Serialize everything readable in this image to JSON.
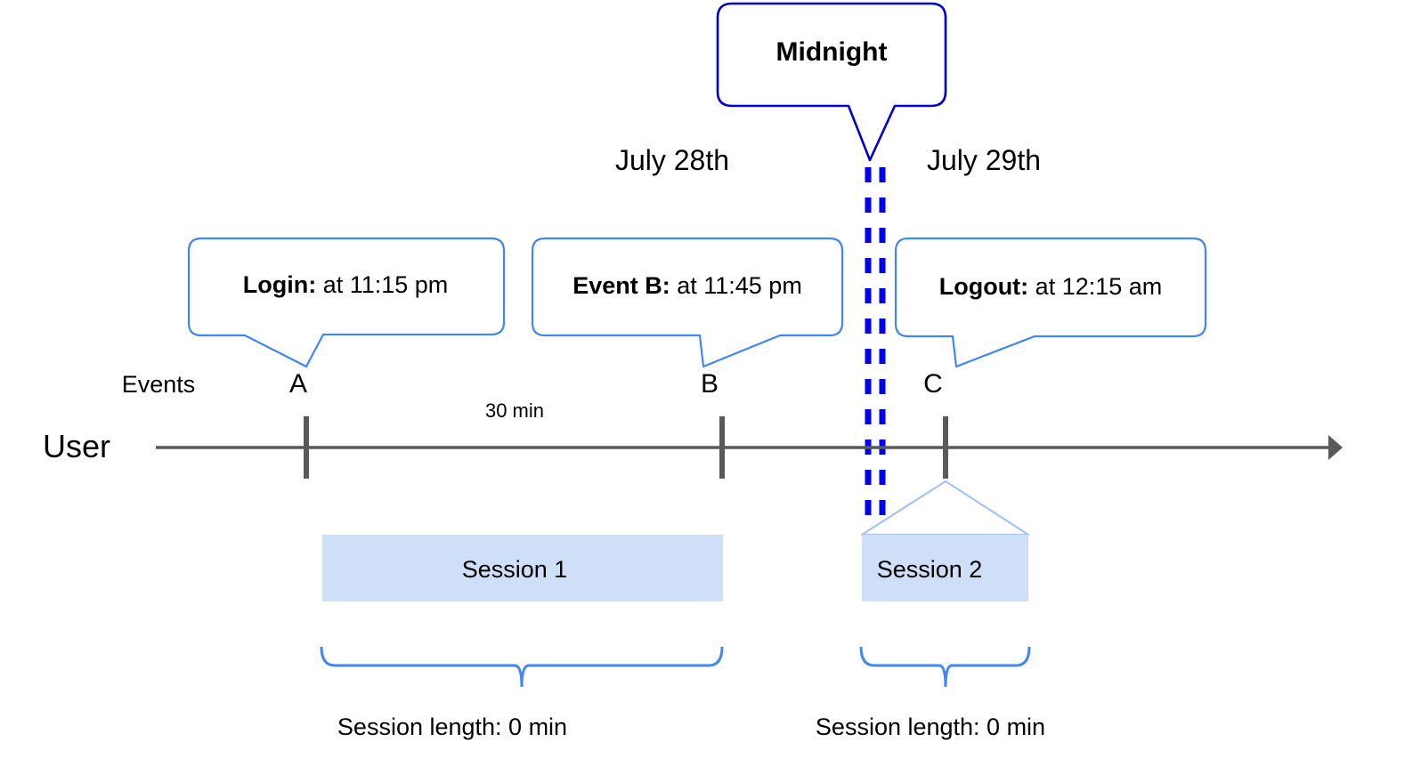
{
  "diagram": {
    "title_callout": {
      "label": "Midnight",
      "border_color": "#0000CC"
    },
    "dates": [
      {
        "label": "July 28th"
      },
      {
        "label": "July 29th"
      }
    ],
    "event_callouts": [
      {
        "bold": "Login:",
        "rest": " at 11:15 pm"
      },
      {
        "bold": "Event B:",
        "rest": " at 11:45 pm"
      },
      {
        "bold": "Logout:",
        "rest": " at 12:15 am"
      }
    ],
    "axis": {
      "row_label": "User",
      "events_label": "Events",
      "line_color": "#595959",
      "ticks": [
        {
          "letter": "A"
        },
        {
          "letter": "B"
        },
        {
          "letter": "C"
        }
      ],
      "gap_label": "30 min"
    },
    "sessions": [
      {
        "label": "Session 1",
        "length_label": "Session length: 0 min"
      },
      {
        "label": "Session 2",
        "length_label": "Session length: 0 min"
      }
    ],
    "colors": {
      "callout_border": "#4285F4",
      "midnight_border": "#0000CC",
      "session_fill": "#CFDFF8",
      "session_edge": "#A4C2F4",
      "brace": "#4285F4",
      "axis": "#595959",
      "tick": "#595959"
    }
  }
}
